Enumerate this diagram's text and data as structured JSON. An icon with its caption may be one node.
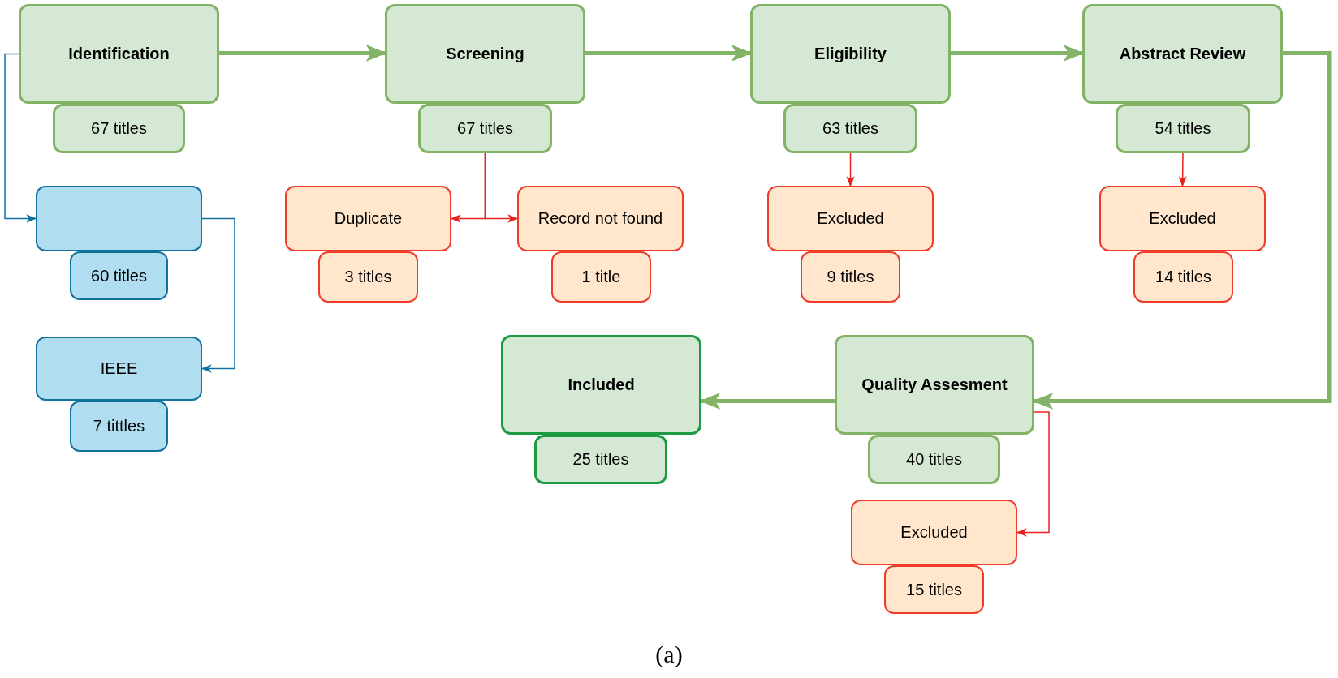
{
  "diagram": {
    "caption": "(a)",
    "nodes": [
      {
        "text": [
          "Identification"
        ]
      },
      {
        "text": [
          "67 titles"
        ]
      },
      {
        "text": [
          "Screening"
        ]
      },
      {
        "text": [
          "67 titles"
        ]
      },
      {
        "text": [
          "Eligibility"
        ]
      },
      {
        "text": [
          "63 titles"
        ]
      },
      {
        "text": [
          "Abstract Review"
        ]
      },
      {
        "text": [
          "54 titles"
        ]
      },
      {
        "text": [],
        "shape": "box"
      },
      {
        "text": [
          "60 titles"
        ]
      },
      {
        "text": [
          "Duplicate"
        ]
      },
      {
        "text": [
          "3 titles"
        ]
      },
      {
        "text": [
          "Record not found"
        ]
      },
      {
        "text": [
          "1 title"
        ]
      },
      {
        "text": [
          "Excluded"
        ]
      },
      {
        "text": [
          "9 titles"
        ]
      },
      {
        "text": [
          "Excluded"
        ]
      },
      {
        "text": [
          "14 titles"
        ]
      },
      {
        "text": [
          "IEEE"
        ]
      },
      {
        "text": [
          "7 tittles"
        ]
      },
      {
        "text": [
          "Included"
        ]
      },
      {
        "text": [
          "25 titles"
        ]
      },
      {
        "text": [
          "Quality Assesment"
        ]
      },
      {
        "text": [
          "40 titles"
        ]
      },
      {
        "text": [
          "Excluded"
        ]
      },
      {
        "text": [
          "15 titles"
        ]
      }
    ],
    "edges": [
      {
        "from": 0,
        "to": 2,
        "arrow": "to",
        "style": "thick"
      },
      {
        "from": 2,
        "to": 4,
        "arrow": "to",
        "style": "thick"
      },
      {
        "from": 4,
        "to": 6,
        "arrow": "to",
        "style": "thick"
      },
      {
        "from": 6,
        "to": 22,
        "arrow": "to",
        "style": "thick"
      },
      {
        "from": 22,
        "to": 20,
        "arrow": "to",
        "style": "thick"
      },
      {
        "from": 0,
        "to": 8,
        "arrow": "to",
        "color": "#10739e"
      },
      {
        "from": 8,
        "to": 18,
        "arrow": "to",
        "color": "#10739e"
      },
      {
        "from": 3,
        "to": 10,
        "arrow": "to",
        "color": "#e8231f"
      },
      {
        "from": 3,
        "to": 12,
        "arrow": "to",
        "color": "#e8231f"
      },
      {
        "from": 5,
        "to": 14,
        "arrow": "to",
        "color": "#e8231f"
      },
      {
        "from": 7,
        "to": 16,
        "arrow": "to",
        "color": "#e8231f"
      },
      {
        "from": 22,
        "to": 24,
        "arrow": "to",
        "color": "#e8231f"
      }
    ]
  }
}
